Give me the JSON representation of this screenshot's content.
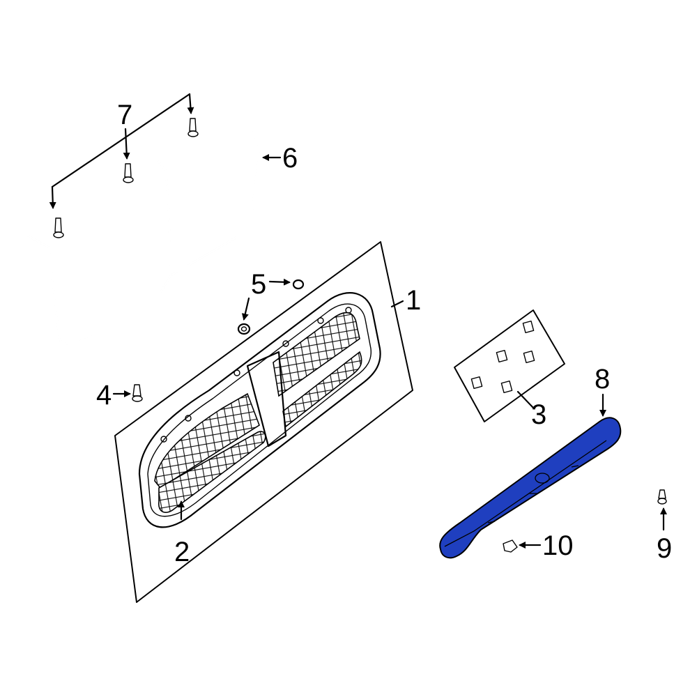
{
  "diagram": {
    "callouts": [
      {
        "id": "1",
        "label": "1"
      },
      {
        "id": "2",
        "label": "2"
      },
      {
        "id": "3",
        "label": "3"
      },
      {
        "id": "4",
        "label": "4"
      },
      {
        "id": "5",
        "label": "5"
      },
      {
        "id": "6",
        "label": "6"
      },
      {
        "id": "7",
        "label": "7"
      },
      {
        "id": "8",
        "label": "8"
      },
      {
        "id": "9",
        "label": "9"
      },
      {
        "id": "10",
        "label": "10"
      }
    ],
    "highlight_color": "#1f3fbf",
    "line_color": "#000000"
  }
}
